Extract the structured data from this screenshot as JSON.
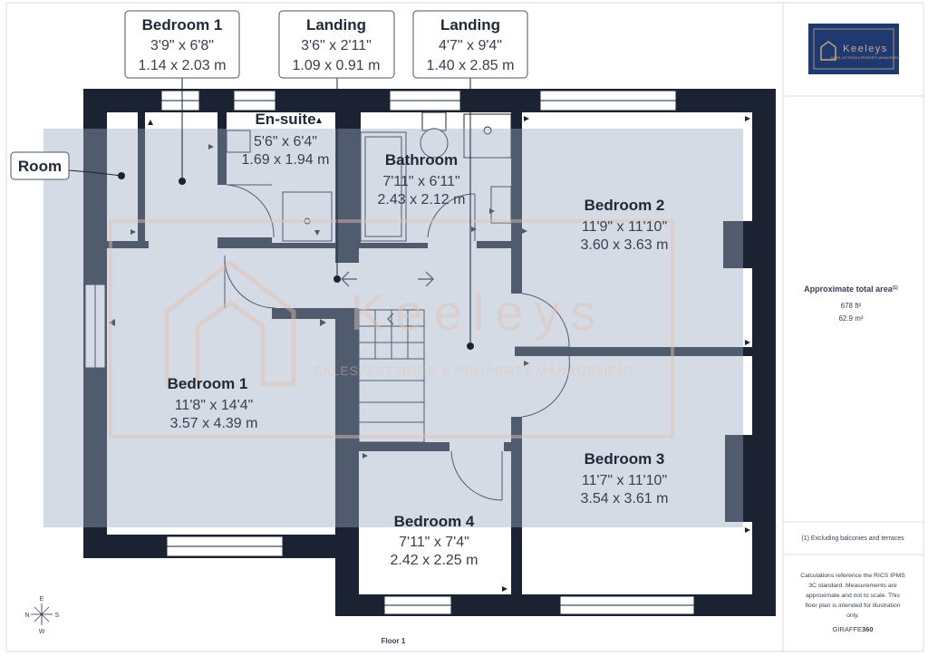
{
  "brand": {
    "logo_text": "Keeleys",
    "logo_tagline": "SALES, LETTINGS & PROPERTY MANAGEMENT",
    "watermark_text": "Keeleys",
    "watermark_tagline": "SALES, LETTINGS & PROPERTY MANAGEMENT",
    "colors": {
      "logo_bg": "#1e3a6e",
      "logo_accent": "#d4a58a",
      "wall": "#1b2333",
      "overlay": "#9aa9c2"
    }
  },
  "callouts": [
    {
      "name": "Bedroom 1",
      "imperial": "3'9\" x 6'8\"",
      "metric": "1.14 x 2.03 m"
    },
    {
      "name": "Landing",
      "imperial": "3'6\" x 2'11\"",
      "metric": "1.09 x 0.91 m"
    },
    {
      "name": "Landing",
      "imperial": "4'7\" x 9'4\"",
      "metric": "1.40 x 2.85 m"
    },
    {
      "name": "Room"
    }
  ],
  "rooms": [
    {
      "name": "En-suite",
      "imperial": "5'6\" x 6'4\"",
      "metric": "1.69 x 1.94 m"
    },
    {
      "name": "Bathroom",
      "imperial": "7'11\" x 6'11\"",
      "metric": "2.43 x 2.12 m"
    },
    {
      "name": "Bedroom 2",
      "imperial": "11'9\" x 11'10\"",
      "metric": "3.60 x 3.63 m"
    },
    {
      "name": "Bedroom 1",
      "imperial": "11'8\" x 14'4\"",
      "metric": "3.57 x 4.39 m"
    },
    {
      "name": "Bedroom 3",
      "imperial": "11'7\" x 11'10\"",
      "metric": "3.54 x 3.61 m"
    },
    {
      "name": "Bedroom 4",
      "imperial": "7'11\" x 7'4\"",
      "metric": "2.42 x 2.25 m"
    }
  ],
  "area": {
    "label": "Approximate total area",
    "marker": "(1)",
    "sqft": "678 ft²",
    "sqm": "62.9 m²"
  },
  "footnote": "(1) Excluding balconies and terraces",
  "disclaimer": [
    "Calculations reference the RICS IPMS",
    "3C standard. Measurements are",
    "approximate and not to scale. This",
    "floor plan is intended for illustration",
    "only."
  ],
  "credit": {
    "prefix": "GIRAFFE",
    "suffix": "360"
  },
  "floor_label": "Floor 1",
  "compass": {
    "n": "N",
    "e": "E",
    "s": "S",
    "w": "W"
  }
}
